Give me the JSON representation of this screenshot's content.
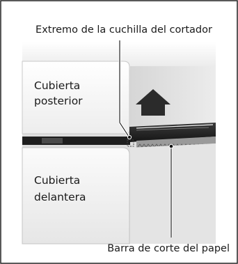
{
  "figure": {
    "callout_cutter_blade_tip": "Extremo de la cuchilla del cortador",
    "label_rear_cover_line1": "Cubierta",
    "label_rear_cover_line2": "posterior",
    "label_front_cover_line1": "Cubierta",
    "label_front_cover_line2": "delantera",
    "callout_paper_cut_bar": "Barra de corte del papel"
  },
  "colors": {
    "border": "#222222",
    "photo_background": "#d9d9d9",
    "cover_light": "#f2f2f2",
    "arrow": "#2b2b2b"
  },
  "icons": {
    "direction_arrow": "arrow-up-icon"
  }
}
